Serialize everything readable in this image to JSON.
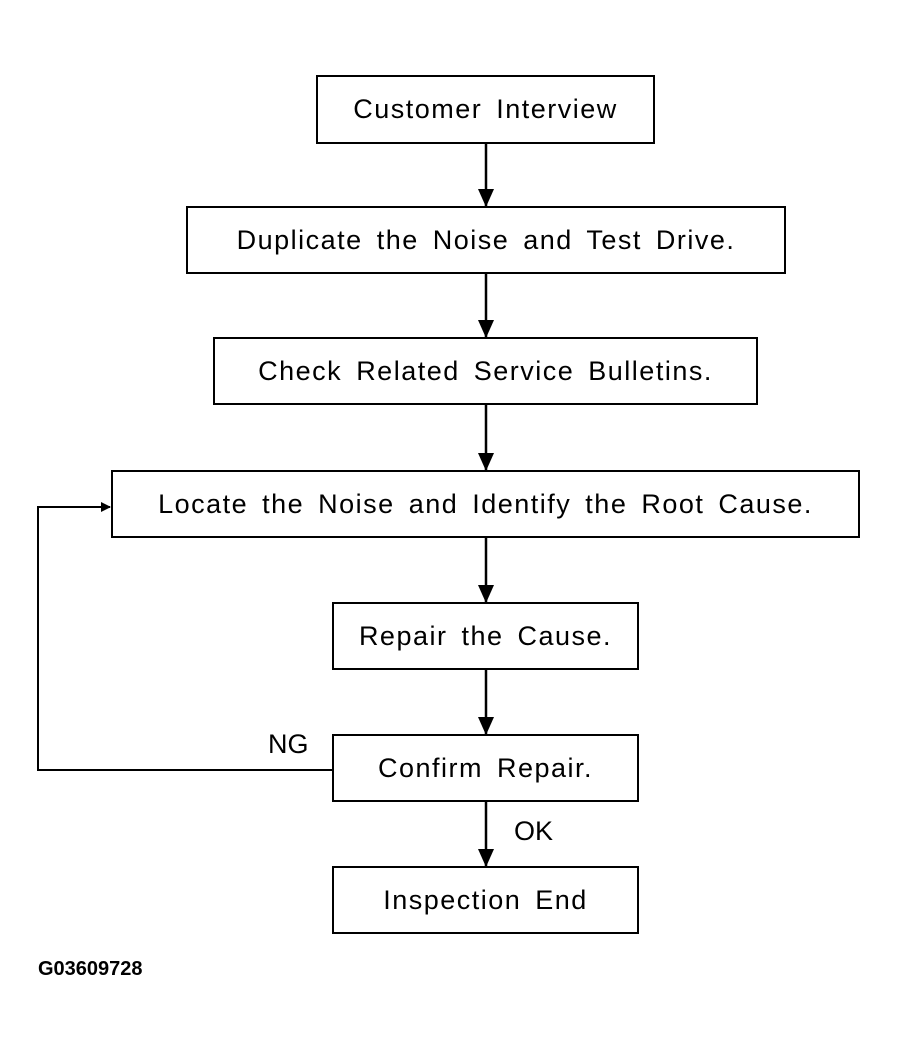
{
  "steps": {
    "customer_interview": "Customer Interview",
    "duplicate_noise": "Duplicate the Noise and Test Drive.",
    "check_bulletins": "Check Related Service Bulletins.",
    "locate_noise": "Locate the Noise and Identify the Root Cause.",
    "repair_cause": "Repair the Cause.",
    "confirm_repair": "Confirm Repair.",
    "inspection_end": "Inspection End"
  },
  "branches": {
    "ng": "NG",
    "ok": "OK"
  },
  "figure_id": "G03609728"
}
